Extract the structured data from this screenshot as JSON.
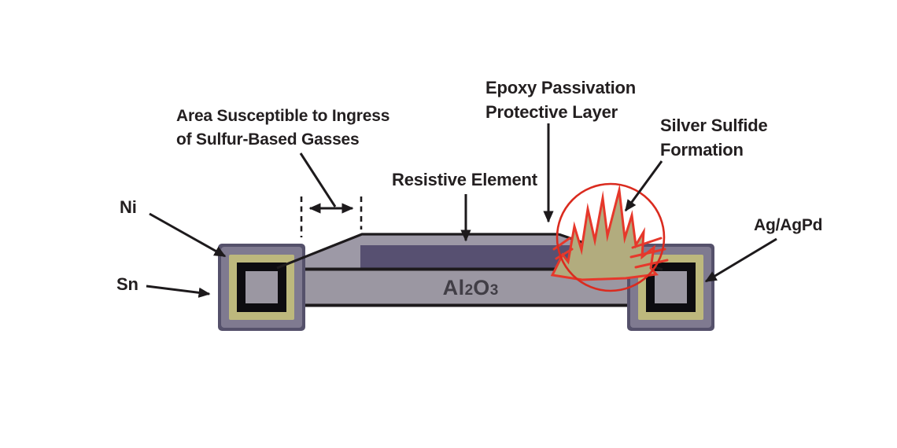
{
  "diagram": {
    "annotations": {
      "ingress": {
        "line1": "Area Susceptible to Ingress",
        "line2": "of Sulfur-Based Gasses"
      },
      "resistive_element": "Resistive Element",
      "epoxy": {
        "line1": "Epoxy Passivation",
        "line2": "Protective Layer"
      },
      "silver_sulfide": {
        "line1": "Silver Sulfide",
        "line2": "Formation"
      },
      "ni": "Ni",
      "sn": "Sn",
      "ag_agpd": "Ag/AgPd",
      "substrate": {
        "el1": "Al",
        "sub1": "2",
        "el2": "O",
        "sub2": "3"
      }
    },
    "colors": {
      "background": "#ffffff",
      "text": "#231f20",
      "line": "#1d1a1c",
      "substrate_gray": "#9b97a2",
      "epoxy_gray": "#9d99a6",
      "resistive_purple": "#575071",
      "terminal_outline": "#55516b",
      "terminal_tin": "#7f7a90",
      "terminal_nickel": "#bdb87d",
      "terminal_silver": "#0d0c10",
      "sulfide_fill": "#b2ac7e",
      "sulfide_red": "#e6382b",
      "circle_red": "#da2b1f"
    }
  }
}
